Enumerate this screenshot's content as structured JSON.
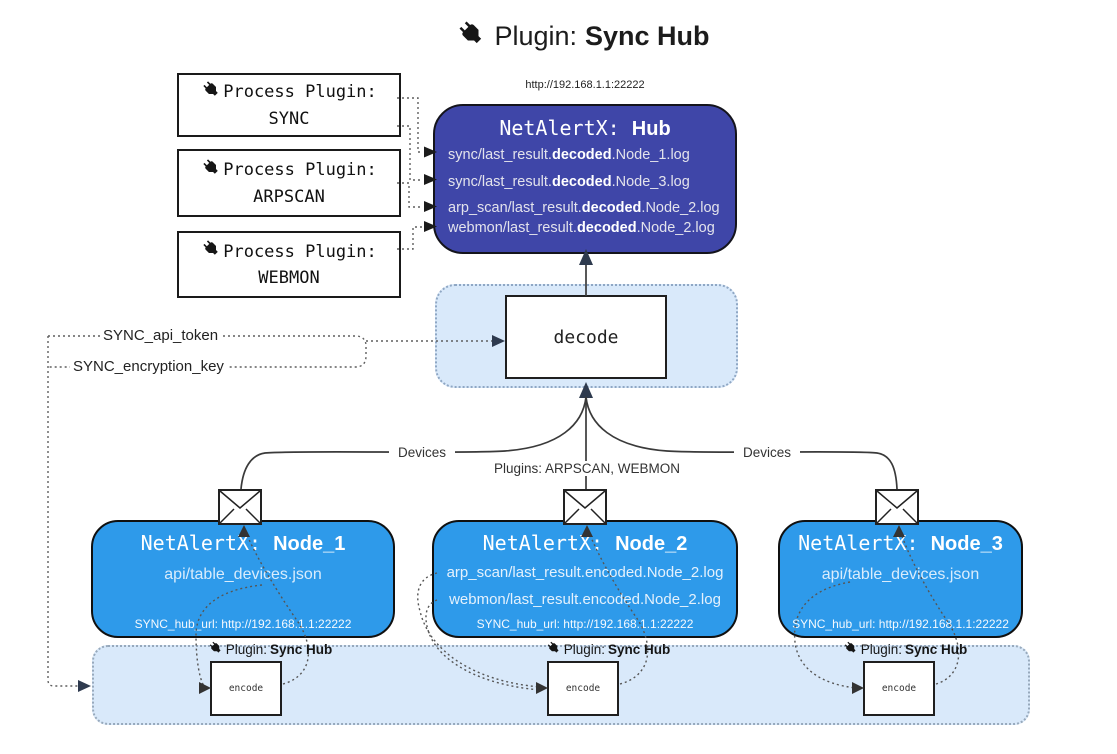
{
  "title": {
    "prefix": "Plugin:",
    "bold": "Sync Hub"
  },
  "hub": {
    "url": "http://192.168.1.1:22222",
    "title_prefix": "NetAlertX:",
    "title_bold": "Hub",
    "lines": [
      {
        "pre": "sync/last_result.",
        "bold": "decoded",
        "post": ".Node_1.log"
      },
      {
        "pre": "sync/last_result.",
        "bold": "decoded",
        "post": ".Node_3.log"
      },
      {
        "pre": "arp_scan/last_result.",
        "bold": "decoded",
        "post": ".Node_2.log"
      },
      {
        "pre": "webmon/last_result.",
        "bold": "decoded",
        "post": ".Node_2.log"
      }
    ]
  },
  "process_plugins": [
    {
      "label": "Process Plugin:",
      "name": "SYNC"
    },
    {
      "label": "Process Plugin:",
      "name": "ARPSCAN"
    },
    {
      "label": "Process Plugin:",
      "name": "WEBMON"
    }
  ],
  "decode_label": "decode",
  "keys": {
    "api_token": "SYNC_api_token",
    "encryption_key": "SYNC_encryption_key"
  },
  "edge_labels": {
    "devices_left": "Devices",
    "plugins_mid": "Plugins: ARPSCAN, WEBMON",
    "devices_right": "Devices"
  },
  "nodes": [
    {
      "title_prefix": "NetAlertX:",
      "title_bold": "Node_1",
      "lines": [
        "api/table_devices.json"
      ],
      "hub_url": "SYNC_hub_url: http://192.168.1.1:22222"
    },
    {
      "title_prefix": "NetAlertX:",
      "title_bold": "Node_2",
      "lines": [
        "arp_scan/last_result.encoded.Node_2.log",
        "webmon/last_result.encoded.Node_2.log"
      ],
      "hub_url": "SYNC_hub_url: http://192.168.1.1:22222"
    },
    {
      "title_prefix": "NetAlertX:",
      "title_bold": "Node_3",
      "lines": [
        "api/table_devices.json"
      ],
      "hub_url": "SYNC_hub_url: http://192.168.1.1:22222"
    }
  ],
  "encode_units": [
    {
      "label_prefix": "Plugin:",
      "label_bold": "Sync Hub",
      "box_label": "encode"
    },
    {
      "label_prefix": "Plugin:",
      "label_bold": "Sync Hub",
      "box_label": "encode"
    },
    {
      "label_prefix": "Plugin:",
      "label_bold": "Sync Hub",
      "box_label": "encode"
    }
  ],
  "colors": {
    "hub_fill": "#3F46A8",
    "node_fill": "#2E9AEA",
    "container_fill": "#D9E9FA",
    "container_border": "#8FA7C4",
    "line": "#3A3A3A",
    "arrow_dark": "#2E3A4E"
  }
}
